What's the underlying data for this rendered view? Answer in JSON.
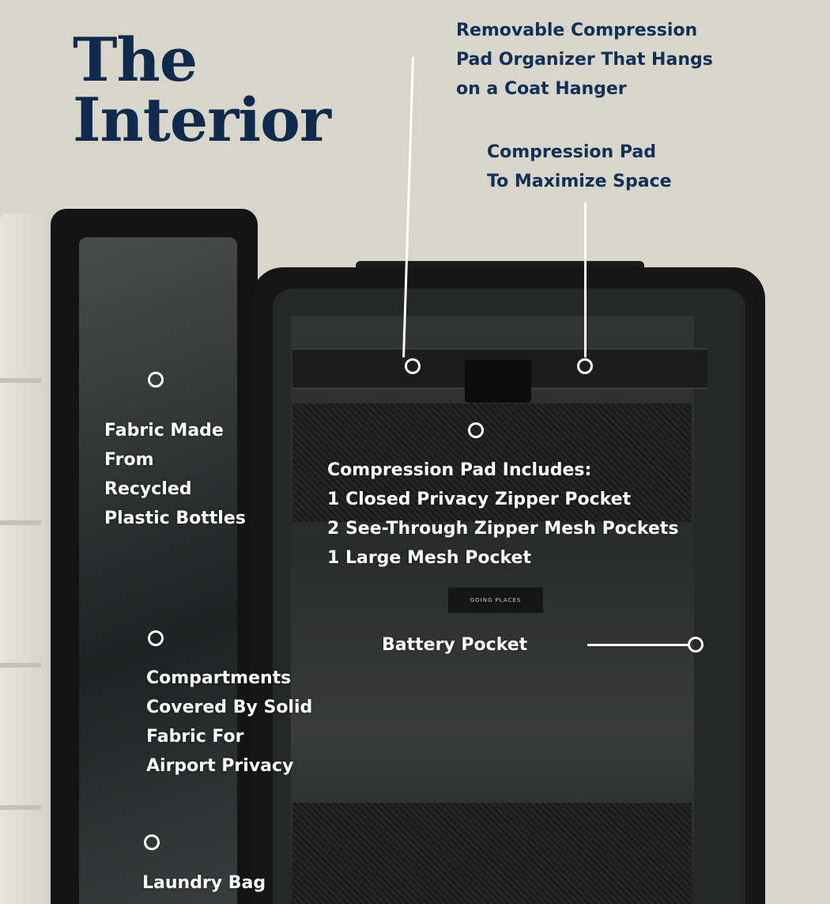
{
  "title": {
    "line1": "The",
    "line2": "Interior"
  },
  "product_label": "GOING PLACES",
  "callouts": {
    "organizer": [
      "Removable Compression",
      "Pad Organizer That Hangs",
      "on a Coat Hanger"
    ],
    "compression": [
      "Compression Pad",
      "To Maximize Space"
    ],
    "fabric": [
      "Fabric Made",
      "From",
      "Recycled",
      "Plastic Bottles"
    ],
    "includes": [
      "Compression Pad Includes:",
      "1 Closed Privacy Zipper Pocket",
      "2 See-Through Zipper Mesh Pockets",
      "1 Large Mesh Pocket"
    ],
    "battery": "Battery Pocket",
    "compartments": [
      "Compartments",
      "Covered By Solid",
      "Fabric For",
      "Airport Privacy"
    ],
    "laundry": "Laundry Bag"
  },
  "colors": {
    "background": "#d8d6c8",
    "title": "#0e2a4c",
    "callout_dark": "#10305a",
    "callout_light": "#ffffff"
  }
}
